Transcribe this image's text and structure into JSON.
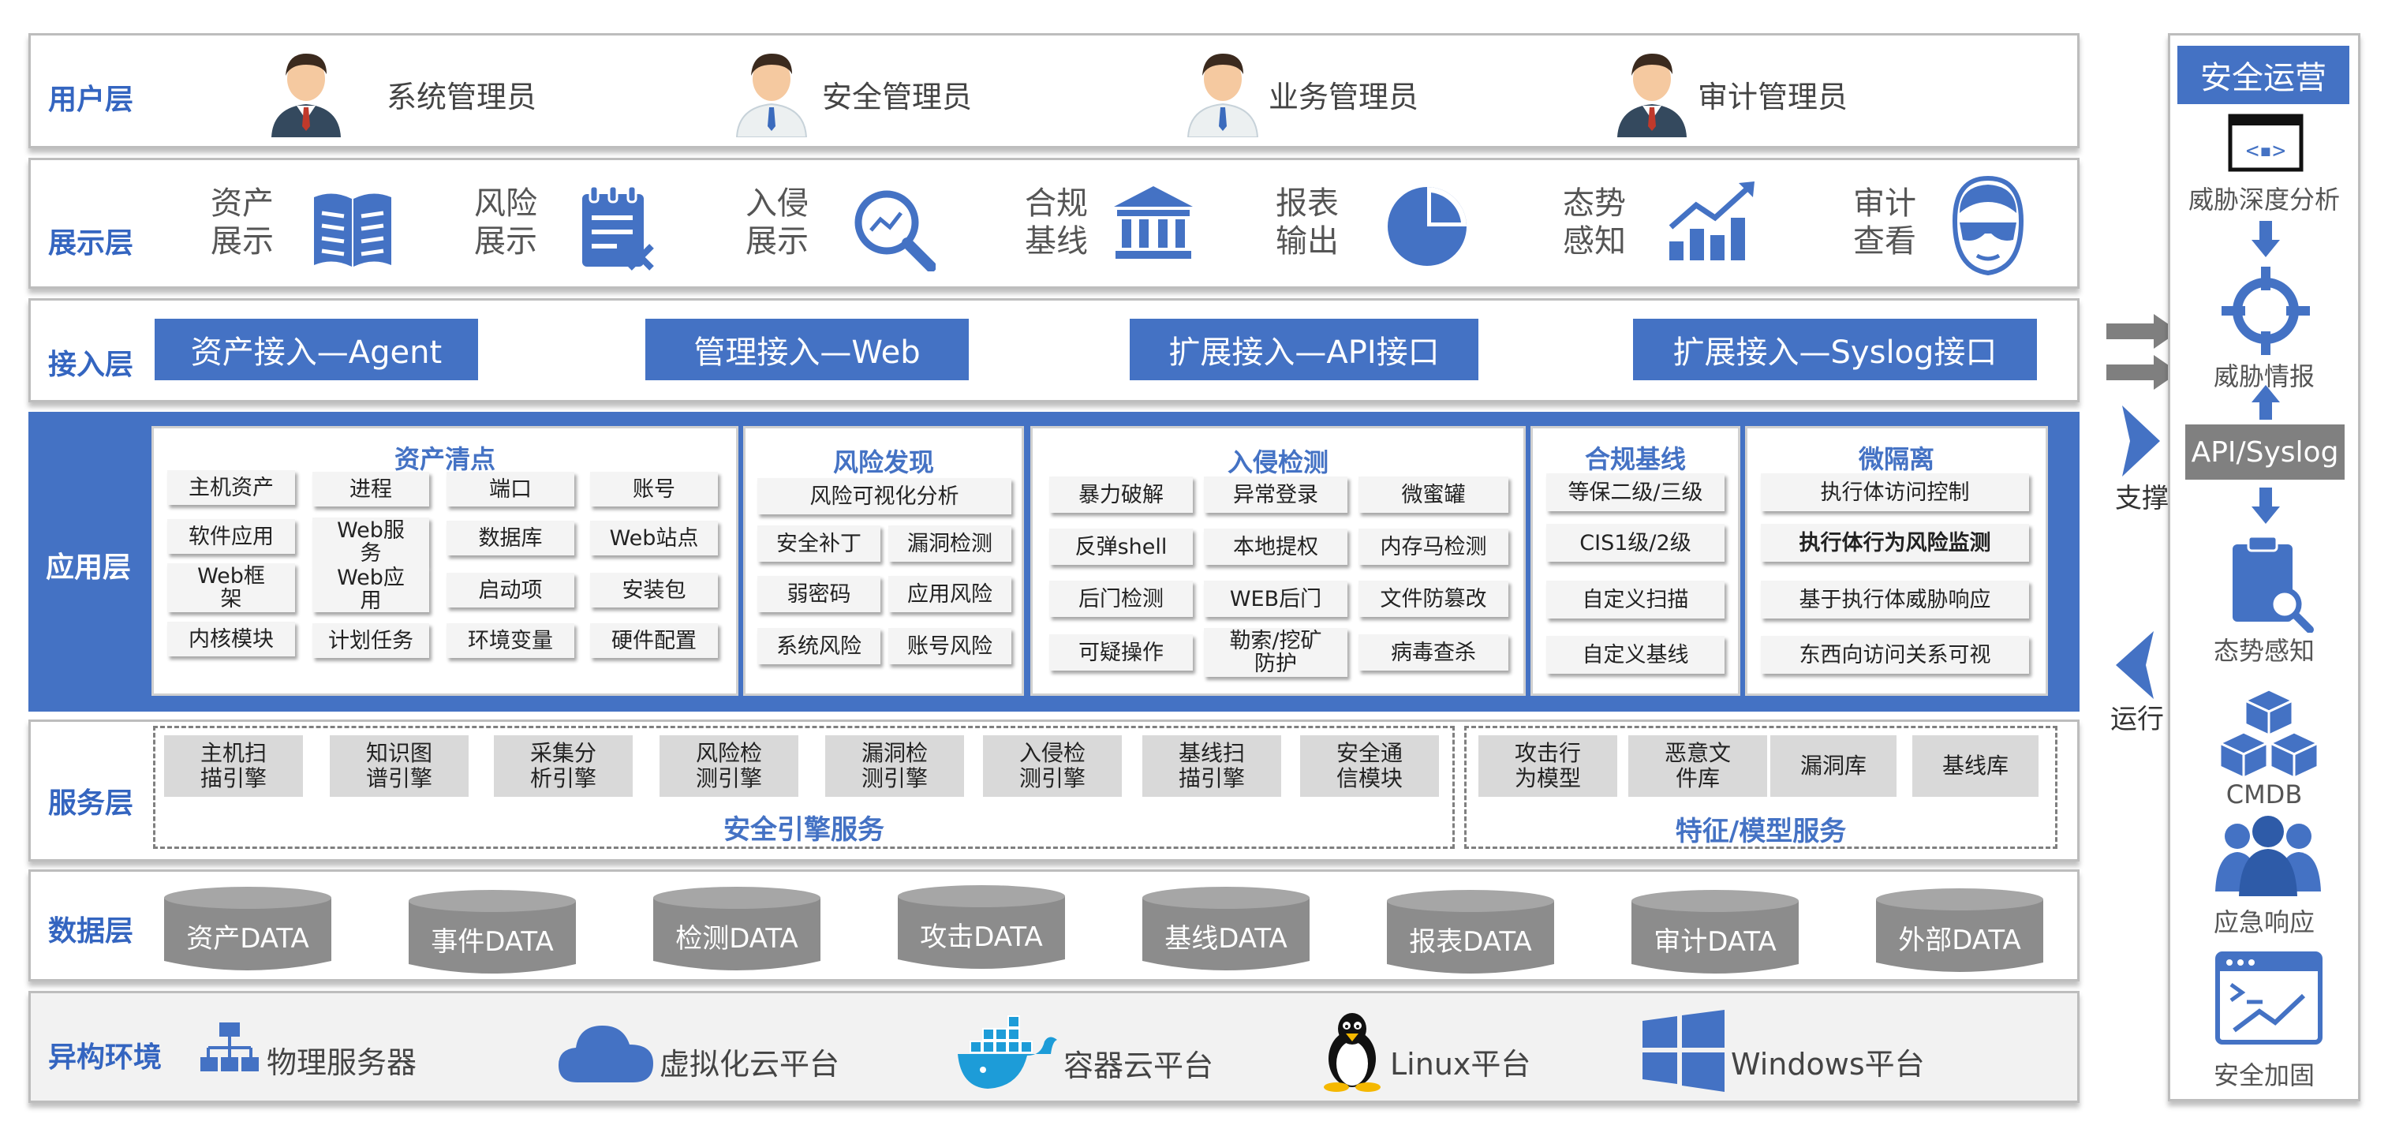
{
  "layers": {
    "user": "用户层",
    "display": "展示层",
    "access": "接入层",
    "application": "应用层",
    "service": "服务层",
    "data": "数据层",
    "env": "异构环境"
  },
  "users": [
    "系统管理员",
    "安全管理员",
    "业务管理员",
    "审计管理员"
  ],
  "display_items": [
    {
      "line1": "资产",
      "line2": "展示",
      "icon": "book-icon"
    },
    {
      "line1": "风险",
      "line2": "展示",
      "icon": "report-icon"
    },
    {
      "line1": "入侵",
      "line2": "展示",
      "icon": "magnifier-chart-icon"
    },
    {
      "line1": "合规",
      "line2": "基线",
      "icon": "bank-icon"
    },
    {
      "line1": "报表",
      "line2": "输出",
      "icon": "pie-chart-icon"
    },
    {
      "line1": "态势",
      "line2": "感知",
      "icon": "trend-chart-icon"
    },
    {
      "line1": "审计",
      "line2": "查看",
      "icon": "agent-face-icon"
    }
  ],
  "access_items": [
    "资产接入—Agent",
    "管理接入—Web",
    "扩展接入—API接口",
    "扩展接入—Syslog接口"
  ],
  "app": {
    "asset": {
      "title": "资产清点",
      "items": [
        "主机资产",
        "进程",
        "端口",
        "账号",
        "软件应用",
        "Web服务",
        "数据库",
        "Web站点",
        "Web框架",
        "Web应用",
        "启动项",
        "安装包",
        "内核模块",
        "计划任务",
        "环境变量",
        "硬件配置"
      ]
    },
    "risk": {
      "title": "风险发现",
      "items": [
        "风险可视化分析",
        "安全补丁",
        "漏洞检测",
        "弱密码",
        "应用风险",
        "系统风险",
        "账号风险"
      ]
    },
    "intrusion": {
      "title": "入侵检测",
      "items": [
        "暴力破解",
        "异常登录",
        "微蜜罐",
        "反弹shell",
        "本地提权",
        "内存马检测",
        "后门检测",
        "WEB后门",
        "文件防篡改",
        "可疑操作",
        "勒索/挖矿防护",
        "病毒查杀"
      ]
    },
    "compliance": {
      "title": "合规基线",
      "items": [
        "等保二级/三级",
        "CIS1级/2级",
        "自定义扫描",
        "自定义基线"
      ]
    },
    "micro": {
      "title": "微隔离",
      "items": [
        "执行体访问控制",
        "执行体行为风险监测",
        "基于执行体威胁响应",
        "东西向访问关系可视"
      ]
    }
  },
  "service": {
    "engine_items": [
      "主机扫描引擎",
      "知识图谱引擎",
      "采集分析引擎",
      "风险检测引擎",
      "漏洞检测引擎",
      "入侵检测引擎",
      "基线扫描引擎",
      "安全通信模块"
    ],
    "engine_group": "安全引擎服务",
    "model_items": [
      "攻击行为模型",
      "恶意文件库",
      "漏洞库",
      "基线库"
    ],
    "model_group": "特征/模型服务"
  },
  "data_items": [
    "资产DATA",
    "事件DATA",
    "检测DATA",
    "攻击DATA",
    "基线DATA",
    "报表DATA",
    "审计DATA",
    "外部DATA"
  ],
  "env_items": [
    {
      "label": "物理服务器",
      "icon": "server-network-icon"
    },
    {
      "label": "虚拟化云平台",
      "icon": "cloud-icon"
    },
    {
      "label": "容器云平台",
      "icon": "docker-icon"
    },
    {
      "label": "Linux平台",
      "icon": "linux-penguin-icon"
    },
    {
      "label": "Windows平台",
      "icon": "windows-icon"
    }
  ],
  "middle": {
    "support": "支撑",
    "run": "运行"
  },
  "sidebar": {
    "title": "安全运营",
    "threat_analysis": "威胁深度分析",
    "threat_intel": "威胁情报",
    "api": "API/Syslog",
    "situation": "态势感知",
    "cmdb": "CMDB",
    "emergency": "应急响应",
    "hardening": "安全加固"
  },
  "colors": {
    "accent": "#4472c4",
    "label": "#3465c0",
    "service_cell": "#d9d9d9",
    "db": "#8c8c8c"
  }
}
